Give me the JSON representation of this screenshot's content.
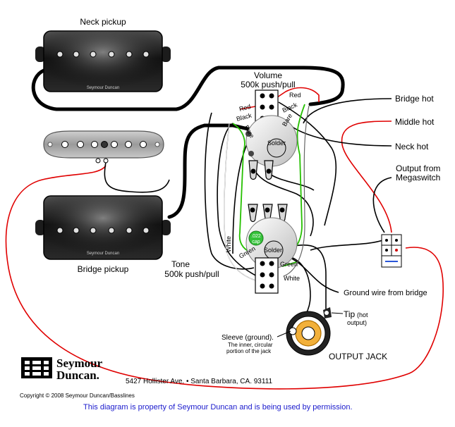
{
  "labels": {
    "neck_pickup": "Neck pickup",
    "bridge_pickup": "Bridge pickup",
    "volume": "Volume",
    "volume_pot": "500k push/pull",
    "tone": "Tone",
    "tone_pot": "500k push/pull",
    "bridge_hot": "Bridge hot",
    "middle_hot": "Middle hot",
    "neck_hot": "Neck hot",
    "output_from_line1": "Output from",
    "output_from_line2": "Megaswitch",
    "ground_wire": "Ground wire from bridge",
    "tip": "Tip",
    "tip_note_line1": "(hot",
    "tip_note_line2": "output)",
    "sleeve_line1": "Sleeve (ground).",
    "sleeve_line2": "The inner, circular",
    "sleeve_line3": "portion of the jack",
    "output_jack": "OUTPUT JACK",
    "solder_volume": "Solder",
    "solder_tone": "Solder",
    "capacitor_line1": ".022",
    "capacitor_line2": "cap",
    "wire_red": "Red",
    "wire_black": "Black",
    "wire_red_left": "Red",
    "wire_black_left": "Black",
    "wire_bare_left": "Bare",
    "wire_bare_right": "Bare",
    "wire_white": "White",
    "wire_green_tone": "Green",
    "wire_green_right": "Green",
    "wire_white_tone": "White"
  },
  "pickup_brand": "Seymour Duncan",
  "company": {
    "logo_line1": "Seymour",
    "logo_line2": "Duncan.",
    "address": "5427 Hollister Ave.  •  Santa Barbara, CA. 93111"
  },
  "footer": {
    "copyright": "Copyright © 2008 Seymour Duncan/Basslines",
    "permission": "This diagram is property of Seymour Duncan and is being used by permission."
  },
  "colors": {
    "wire_red": "#e00000",
    "wire_green": "#25c000",
    "permission_text": "#1a1acc"
  }
}
